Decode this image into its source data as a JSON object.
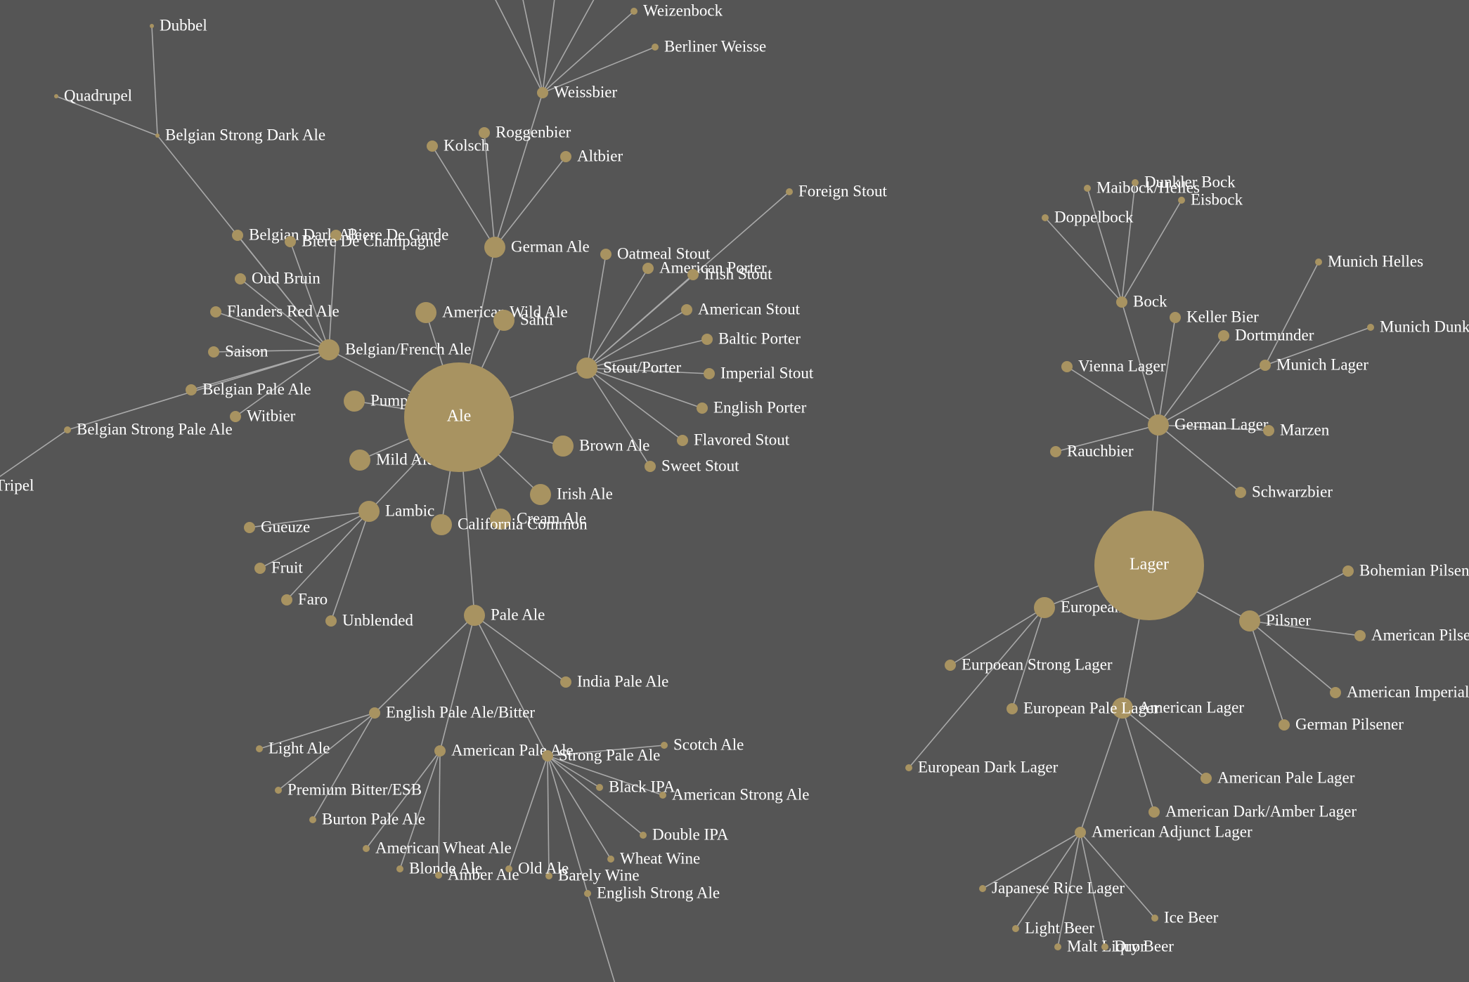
{
  "diagram": {
    "type": "force-directed-tree",
    "colors": {
      "background": "#555555",
      "node": "#a89361",
      "link": "#a9a9a9",
      "label": "#ffffff"
    },
    "nodes": [
      {
        "id": "ale",
        "label": "Ale",
        "size": "root"
      },
      {
        "id": "lager",
        "label": "Lager",
        "size": "root"
      },
      {
        "id": "belgian_french_ale",
        "label": "Belgian/French Ale",
        "parent": "ale",
        "size": "large"
      },
      {
        "id": "german_ale",
        "label": "German Ale",
        "parent": "ale",
        "size": "large"
      },
      {
        "id": "stout_porter",
        "label": "Stout/Porter",
        "parent": "ale",
        "size": "large"
      },
      {
        "id": "pale_ale",
        "label": "Pale Ale",
        "parent": "ale",
        "size": "large"
      },
      {
        "id": "lambic",
        "label": "Lambic",
        "parent": "ale",
        "size": "large"
      },
      {
        "id": "american_wild_ale",
        "label": "American Wild Ale",
        "parent": "ale",
        "size": "large"
      },
      {
        "id": "sahti",
        "label": "Sahti",
        "parent": "ale",
        "size": "large"
      },
      {
        "id": "pumpkin_ale",
        "label": "Pumpkin Ale",
        "parent": "ale",
        "size": "large"
      },
      {
        "id": "mild_ale",
        "label": "Mild Ale",
        "parent": "ale",
        "size": "large"
      },
      {
        "id": "brown_ale",
        "label": "Brown Ale",
        "parent": "ale",
        "size": "large"
      },
      {
        "id": "irish_ale",
        "label": "Irish Ale",
        "parent": "ale",
        "size": "large"
      },
      {
        "id": "cream_ale",
        "label": "Cream Ale",
        "parent": "ale",
        "size": "large"
      },
      {
        "id": "california_common",
        "label": "California Common",
        "parent": "ale",
        "size": "large"
      },
      {
        "id": "belgian_strong_dark_ale",
        "label": "Belgian Strong Dark Ale",
        "parent": "belgian_french_ale",
        "size": "tiny"
      },
      {
        "id": "dubbel",
        "label": "Dubbel",
        "parent": "belgian_strong_dark_ale",
        "size": "tiny"
      },
      {
        "id": "quadrupel",
        "label": "Quadrupel",
        "parent": "belgian_strong_dark_ale",
        "size": "tiny"
      },
      {
        "id": "belgian_dark_ale",
        "label": "Belgian Dark Ale",
        "parent": "belgian_french_ale",
        "size": "medium"
      },
      {
        "id": "biere_de_garde",
        "label": "Biere De Garde",
        "parent": "belgian_french_ale",
        "size": "medium"
      },
      {
        "id": "biere_de_champagne",
        "label": "Biere De Champagne",
        "parent": "belgian_french_ale",
        "size": "medium"
      },
      {
        "id": "oud_bruin",
        "label": "Oud Bruin",
        "parent": "belgian_french_ale",
        "size": "medium"
      },
      {
        "id": "flanders_red_ale",
        "label": "Flanders Red Ale",
        "parent": "belgian_french_ale",
        "size": "medium"
      },
      {
        "id": "saison",
        "label": "Saison",
        "parent": "belgian_french_ale",
        "size": "medium"
      },
      {
        "id": "belgian_pale_ale",
        "label": "Belgian Pale Ale",
        "parent": "belgian_french_ale",
        "size": "medium"
      },
      {
        "id": "witbier",
        "label": "Witbier",
        "parent": "belgian_french_ale",
        "size": "medium"
      },
      {
        "id": "belgian_strong_pale_ale",
        "label": "Belgian Strong Pale Ale",
        "parent": "belgian_french_ale",
        "size": "small"
      },
      {
        "id": "tripel",
        "label": "Tripel",
        "parent": "belgian_strong_pale_ale",
        "size": "small"
      },
      {
        "id": "weissbier",
        "label": "Weissbier",
        "parent": "german_ale",
        "size": "medium"
      },
      {
        "id": "weizenbock",
        "label": "Weizenbock",
        "parent": "weissbier",
        "size": "small"
      },
      {
        "id": "berliner_weisse",
        "label": "Berliner Weisse",
        "parent": "weissbier",
        "size": "small"
      },
      {
        "id": "kolsch",
        "label": "Kolsch",
        "parent": "german_ale",
        "size": "medium"
      },
      {
        "id": "roggenbier",
        "label": "Roggenbier",
        "parent": "german_ale",
        "size": "medium"
      },
      {
        "id": "altbier",
        "label": "Altbier",
        "parent": "german_ale",
        "size": "medium"
      },
      {
        "id": "foreign_stout",
        "label": "Foreign Stout",
        "parent": "stout_porter",
        "size": "small"
      },
      {
        "id": "oatmeal_stout",
        "label": "Oatmeal Stout",
        "parent": "stout_porter",
        "size": "medium"
      },
      {
        "id": "american_porter",
        "label": "American Porter",
        "parent": "stout_porter",
        "size": "medium"
      },
      {
        "id": "irish_stout",
        "label": "Irish Stout",
        "parent": "stout_porter",
        "size": "medium"
      },
      {
        "id": "american_stout",
        "label": "American Stout",
        "parent": "stout_porter",
        "size": "medium"
      },
      {
        "id": "baltic_porter",
        "label": "Baltic Porter",
        "parent": "stout_porter",
        "size": "medium"
      },
      {
        "id": "imperial_stout",
        "label": "Imperial Stout",
        "parent": "stout_porter",
        "size": "medium"
      },
      {
        "id": "english_porter",
        "label": "English Porter",
        "parent": "stout_porter",
        "size": "medium"
      },
      {
        "id": "flavored_stout",
        "label": "Flavored Stout",
        "parent": "stout_porter",
        "size": "medium"
      },
      {
        "id": "sweet_stout",
        "label": "Sweet Stout",
        "parent": "stout_porter",
        "size": "medium"
      },
      {
        "id": "gueuze",
        "label": "Gueuze",
        "parent": "lambic",
        "size": "medium"
      },
      {
        "id": "fruit",
        "label": "Fruit",
        "parent": "lambic",
        "size": "medium"
      },
      {
        "id": "faro",
        "label": "Faro",
        "parent": "lambic",
        "size": "medium"
      },
      {
        "id": "unblended",
        "label": "Unblended",
        "parent": "lambic",
        "size": "medium"
      },
      {
        "id": "english_pale_ale_bitter",
        "label": "English Pale Ale/Bitter",
        "parent": "pale_ale",
        "size": "medium"
      },
      {
        "id": "american_pale_ale",
        "label": "American Pale Ale",
        "parent": "pale_ale",
        "size": "medium"
      },
      {
        "id": "strong_pale_ale",
        "label": "Strong Pale Ale",
        "parent": "pale_ale",
        "size": "medium"
      },
      {
        "id": "india_pale_ale",
        "label": "India Pale Ale",
        "parent": "pale_ale",
        "size": "medium"
      },
      {
        "id": "light_ale",
        "label": "Light Ale",
        "parent": "english_pale_ale_bitter",
        "size": "small"
      },
      {
        "id": "premium_bitter_esb",
        "label": "Premium Bitter/ESB",
        "parent": "english_pale_ale_bitter",
        "size": "small"
      },
      {
        "id": "burton_pale_ale",
        "label": "Burton Pale Ale",
        "parent": "english_pale_ale_bitter",
        "size": "small"
      },
      {
        "id": "american_wheat_ale",
        "label": "American Wheat Ale",
        "parent": "american_pale_ale",
        "size": "small"
      },
      {
        "id": "blonde_ale",
        "label": "Blonde Ale",
        "parent": "american_pale_ale",
        "size": "small"
      },
      {
        "id": "amber_ale",
        "label": "Amber Ale",
        "parent": "american_pale_ale",
        "size": "small"
      },
      {
        "id": "scotch_ale",
        "label": "Scotch Ale",
        "parent": "strong_pale_ale",
        "size": "small"
      },
      {
        "id": "black_ipa",
        "label": "Black IPA",
        "parent": "strong_pale_ale",
        "size": "small"
      },
      {
        "id": "american_strong_ale",
        "label": "American Strong Ale",
        "parent": "strong_pale_ale",
        "size": "small"
      },
      {
        "id": "double_ipa",
        "label": "Double IPA",
        "parent": "strong_pale_ale",
        "size": "small"
      },
      {
        "id": "wheat_wine",
        "label": "Wheat Wine",
        "parent": "strong_pale_ale",
        "size": "small"
      },
      {
        "id": "barely_wine",
        "label": "Barely Wine",
        "parent": "strong_pale_ale",
        "size": "small"
      },
      {
        "id": "old_ale",
        "label": "Old Ale",
        "parent": "strong_pale_ale",
        "size": "small"
      },
      {
        "id": "english_strong_ale",
        "label": "English Strong Ale",
        "parent": "strong_pale_ale",
        "size": "small"
      },
      {
        "id": "german_lager",
        "label": "German Lager",
        "parent": "lager",
        "size": "large"
      },
      {
        "id": "european_lager",
        "label": "European Lager",
        "parent": "lager",
        "size": "large"
      },
      {
        "id": "pilsner",
        "label": "Pilsner",
        "parent": "lager",
        "size": "large"
      },
      {
        "id": "american_lager",
        "label": "American Lager",
        "parent": "lager",
        "size": "large"
      },
      {
        "id": "bock",
        "label": "Bock",
        "parent": "german_lager",
        "size": "medium"
      },
      {
        "id": "maibock_helles",
        "label": "Maibock/Helles",
        "parent": "bock",
        "size": "small"
      },
      {
        "id": "dunkler_bock",
        "label": "Dunkler Bock",
        "parent": "bock",
        "size": "small"
      },
      {
        "id": "eisbock",
        "label": "Eisbock",
        "parent": "bock",
        "size": "small"
      },
      {
        "id": "doppelbock",
        "label": "Doppelbock",
        "parent": "bock",
        "size": "small"
      },
      {
        "id": "keller_bier",
        "label": "Keller Bier",
        "parent": "german_lager",
        "size": "medium"
      },
      {
        "id": "dortmunder",
        "label": "Dortmunder",
        "parent": "german_lager",
        "size": "medium"
      },
      {
        "id": "vienna_lager",
        "label": "Vienna Lager",
        "parent": "german_lager",
        "size": "medium"
      },
      {
        "id": "munich_lager",
        "label": "Munich Lager",
        "parent": "german_lager",
        "size": "medium"
      },
      {
        "id": "munich_helles",
        "label": "Munich Helles",
        "parent": "munich_lager",
        "size": "small"
      },
      {
        "id": "munich_dunkel",
        "label": "Munich Dunkel",
        "parent": "munich_lager",
        "size": "small"
      },
      {
        "id": "marzen",
        "label": "Marzen",
        "parent": "german_lager",
        "size": "medium"
      },
      {
        "id": "rauchbier",
        "label": "Rauchbier",
        "parent": "german_lager",
        "size": "medium"
      },
      {
        "id": "schwarzbier",
        "label": "Schwarzbier",
        "parent": "german_lager",
        "size": "medium"
      },
      {
        "id": "eurpoean_strong_lager",
        "label": "Eurpoean Strong Lager",
        "parent": "european_lager",
        "size": "medium"
      },
      {
        "id": "european_pale_lager",
        "label": "European Pale Lager",
        "parent": "european_lager",
        "size": "medium"
      },
      {
        "id": "european_dark_lager",
        "label": "European Dark Lager",
        "parent": "european_lager",
        "size": "small"
      },
      {
        "id": "bohemian_pilsener",
        "label": "Bohemian Pilsener",
        "parent": "pilsner",
        "size": "medium"
      },
      {
        "id": "american_pilsener",
        "label": "American Pilsener",
        "parent": "pilsner",
        "size": "medium"
      },
      {
        "id": "american_imperial_pilsner",
        "label": "American Imperial Pilsner",
        "parent": "pilsner",
        "size": "medium"
      },
      {
        "id": "german_pilsener",
        "label": "German Pilsener",
        "parent": "pilsner",
        "size": "medium"
      },
      {
        "id": "american_pale_lager",
        "label": "American Pale Lager",
        "parent": "american_lager",
        "size": "medium"
      },
      {
        "id": "american_dark_amber_lager",
        "label": "American Dark/Amber Lager",
        "parent": "american_lager",
        "size": "medium"
      },
      {
        "id": "american_adjunct_lager",
        "label": "American Adjunct Lager",
        "parent": "american_lager",
        "size": "medium"
      },
      {
        "id": "japanese_rice_lager",
        "label": "Japanese Rice Lager",
        "parent": "american_adjunct_lager",
        "size": "small"
      },
      {
        "id": "light_beer",
        "label": "Light Beer",
        "parent": "american_adjunct_lager",
        "size": "small"
      },
      {
        "id": "malt_liquor",
        "label": "Malt Liquor",
        "parent": "american_adjunct_lager",
        "size": "small"
      },
      {
        "id": "dry_beer",
        "label": "Dry Beer",
        "parent": "american_adjunct_lager",
        "size": "small"
      },
      {
        "id": "ice_beer",
        "label": "Ice Beer",
        "parent": "american_adjunct_lager",
        "size": "small"
      }
    ]
  }
}
